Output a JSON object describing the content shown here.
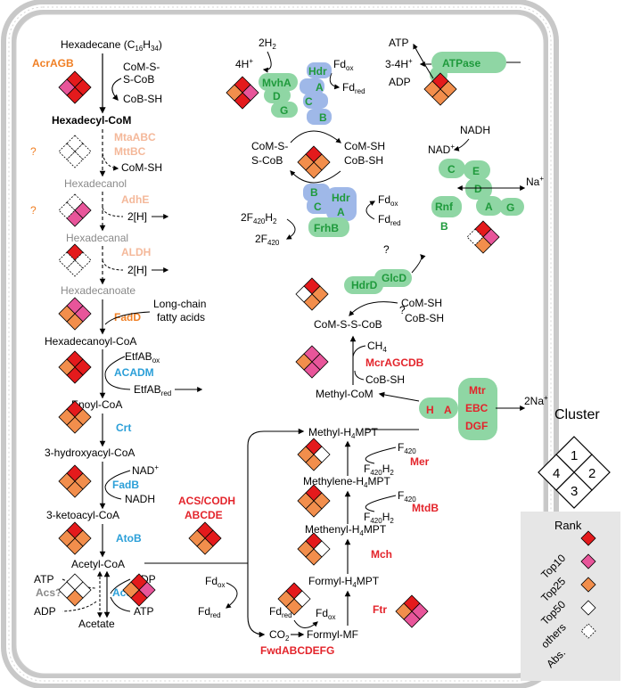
{
  "colors": {
    "top10": "#e41a1c",
    "top25": "#e8559a",
    "top50": "#f28e4c",
    "others": "#ffffff",
    "acr_orange": "#f07f24",
    "faded_orange": "#f4b89a",
    "blue": "#2b9fd8",
    "red": "#e3242b",
    "green_fill": "#8fd6a4",
    "green_text": "#1f9a3c",
    "blue_box": "#9fb8e8",
    "grey_box": "#e6e6e6",
    "membrane": "#c4c4c4"
  },
  "pathway": {
    "hexadecane": "Hexadecane (C",
    "hexadecane_sub": "16",
    "hexadecane_mid": "H",
    "hexadecane_sub2": "34",
    "hexadecane_end": ")",
    "acragb": "AcrAGB",
    "coms_line1": "CoM-S-",
    "coms_line2": "S-CoB",
    "cob_sh": "CoB-SH",
    "hexadecyl_com": "Hexadecyl-CoM",
    "mtaabc": "MtaABC",
    "mttbc": "MttBC",
    "com_sh": "CoM-SH",
    "hexadecanol": "Hexadecanol",
    "adhe": "AdhE",
    "h2_1": "2[H]",
    "hexadecanal": "Hexadecanal",
    "aldh": "ALDH",
    "h2_2": "2[H]",
    "hexadecanoate": "Hexadecanoate",
    "long_chain1": "Long-chain",
    "long_chain2": "fatty acids",
    "fadd": "FadD",
    "hexadecanoyl_coa": "Hexadecanoyl-CoA",
    "etfab_ox": "EtfAB",
    "etfab_ox_sub": "ox",
    "acadm": "ACADM",
    "etfab_red": "EtfAB",
    "etfab_red_sub": "red",
    "enoyl_coa": "Enoyl-CoA",
    "crt": "Crt",
    "hydroxyacyl": "3-hydroxyacyl-CoA",
    "nad": "NAD",
    "nad_sup": "+",
    "fadb": "FadB",
    "nadh": "NADH",
    "ketoacyl": "3-ketoacyl-CoA",
    "atob": "AtoB",
    "acetyl_coa": "Acetyl-CoA",
    "atp_l": "ATP",
    "adp_l": "ADP",
    "acs": "Acs?",
    "adp_r": "ADP",
    "atp_r": "ATP",
    "acdab": "AcdAB",
    "acetate": "Acetate",
    "acs_codh1": "ACS/CODH",
    "acs_codh2": "ABCDE",
    "fd_ox_a": "Fd",
    "fd_ox_a_sub": "ox",
    "fd_red_a": "Fd",
    "fd_red_a_sub": "red"
  },
  "methanogenesis": {
    "methyl_h4mpt": "Methyl-H",
    "methyl_h4mpt_sub": "4",
    "methyl_h4mpt_end": "MPT",
    "methylene": "Methylene-H",
    "methylene_sub": "4",
    "methylene_end": "MPT",
    "methenyl": "Methenyl-H",
    "methenyl_sub": "4",
    "methenyl_end": "MPT",
    "formyl_h4mpt": "Formyl-H",
    "formyl_h4mpt_sub": "4",
    "formyl_h4mpt_end": "MPT",
    "formyl_mf": "Formyl-MF",
    "co2": "CO",
    "co2_sub": "2",
    "fwd": "FwdABCDEFG",
    "ftr": "Ftr",
    "mch": "Mch",
    "mtdb": "MtdB",
    "mer": "Mer",
    "f420_a": "F",
    "f420_a_sub": "420",
    "f420h2_a": "F",
    "f420h2_a_sub": "420",
    "f420h2_a_end": "H",
    "f420h2_a_sub2": "2",
    "f420_b": "F",
    "f420_b_sub": "420",
    "f420h2_b": "F",
    "f420h2_b_sub": "420",
    "f420h2_b_end": "H",
    "f420h2_b_sub2": "2",
    "fd_red_b": "Fd",
    "fd_red_b_sub": "red",
    "fd_ox_b": "Fd",
    "fd_ox_b_sub": "ox",
    "methyl_com": "Methyl-CoM",
    "mcr": "McrAGCDB",
    "ch4": "CH",
    "ch4_sub": "4",
    "cob_sh_m": "CoB-SH",
    "com_s_s_cob": "CoM-S-S-CoB",
    "com_sh_m": "CoM-SH",
    "cob_sh_m2": "CoB-SH",
    "hdrd": "HdrD",
    "glcd": "GlcD",
    "q": "?",
    "mtr1": "Mtr",
    "mtr2": "EBC",
    "mtr3": "DGF",
    "mtr_h": "H",
    "mtr_a": "A",
    "na2": "2Na",
    "na2_sup": "+"
  },
  "top_right": {
    "h2": "2H",
    "h2_sub": "2",
    "h4": "4H",
    "h4_sup": "+",
    "fd_ox": "Fd",
    "fd_ox_sub": "ox",
    "fd_red": "Fd",
    "fd_red_sub": "red",
    "mvha": "MvhA",
    "mvh_d": "D",
    "mvh_g": "G",
    "hdr": "Hdr",
    "hdr_a": "A",
    "hdr_c": "C",
    "hdr_b": "B",
    "coms": "CoM-S-",
    "scob": "S-CoB",
    "comsh": "CoM-SH",
    "cobsh": "CoB-SH",
    "hdr2": "Hdr",
    "hdr2_a": "A",
    "hdr2_b": "B",
    "hdr2_c": "C",
    "frhb": "FrhB",
    "f420h2": "2F",
    "f420h2_sub": "420",
    "f420h2_end": "H",
    "f420h2_sub2": "2",
    "f420": "2F",
    "f420_sub": "420",
    "fd_ox2": "Fd",
    "fd_ox2_sub": "ox",
    "fd_red2": "Fd",
    "fd_red2_sub": "red",
    "atp": "ATP",
    "h34": "3-4H",
    "h34_sup": "+",
    "adp": "ADP",
    "atpase": "ATPase",
    "nadh": "NADH",
    "nad": "NAD",
    "nad_sup": "+",
    "rnf_c": "C",
    "rnf_e": "E",
    "rnf_d": "D",
    "rnf": "Rnf",
    "rnf_a": "A",
    "rnf_g": "G",
    "rnf_b": "B",
    "na": "Na",
    "na_sup": "+",
    "q": "?"
  },
  "legend": {
    "cluster_title": "Cluster",
    "c1": "1",
    "c2": "2",
    "c3": "3",
    "c4": "4",
    "rank_title": "Rank",
    "top10": "Top10",
    "top25": "Top25",
    "top50": "Top50",
    "others": "others",
    "abs": "Abs."
  },
  "q1": "?",
  "q2": "?"
}
